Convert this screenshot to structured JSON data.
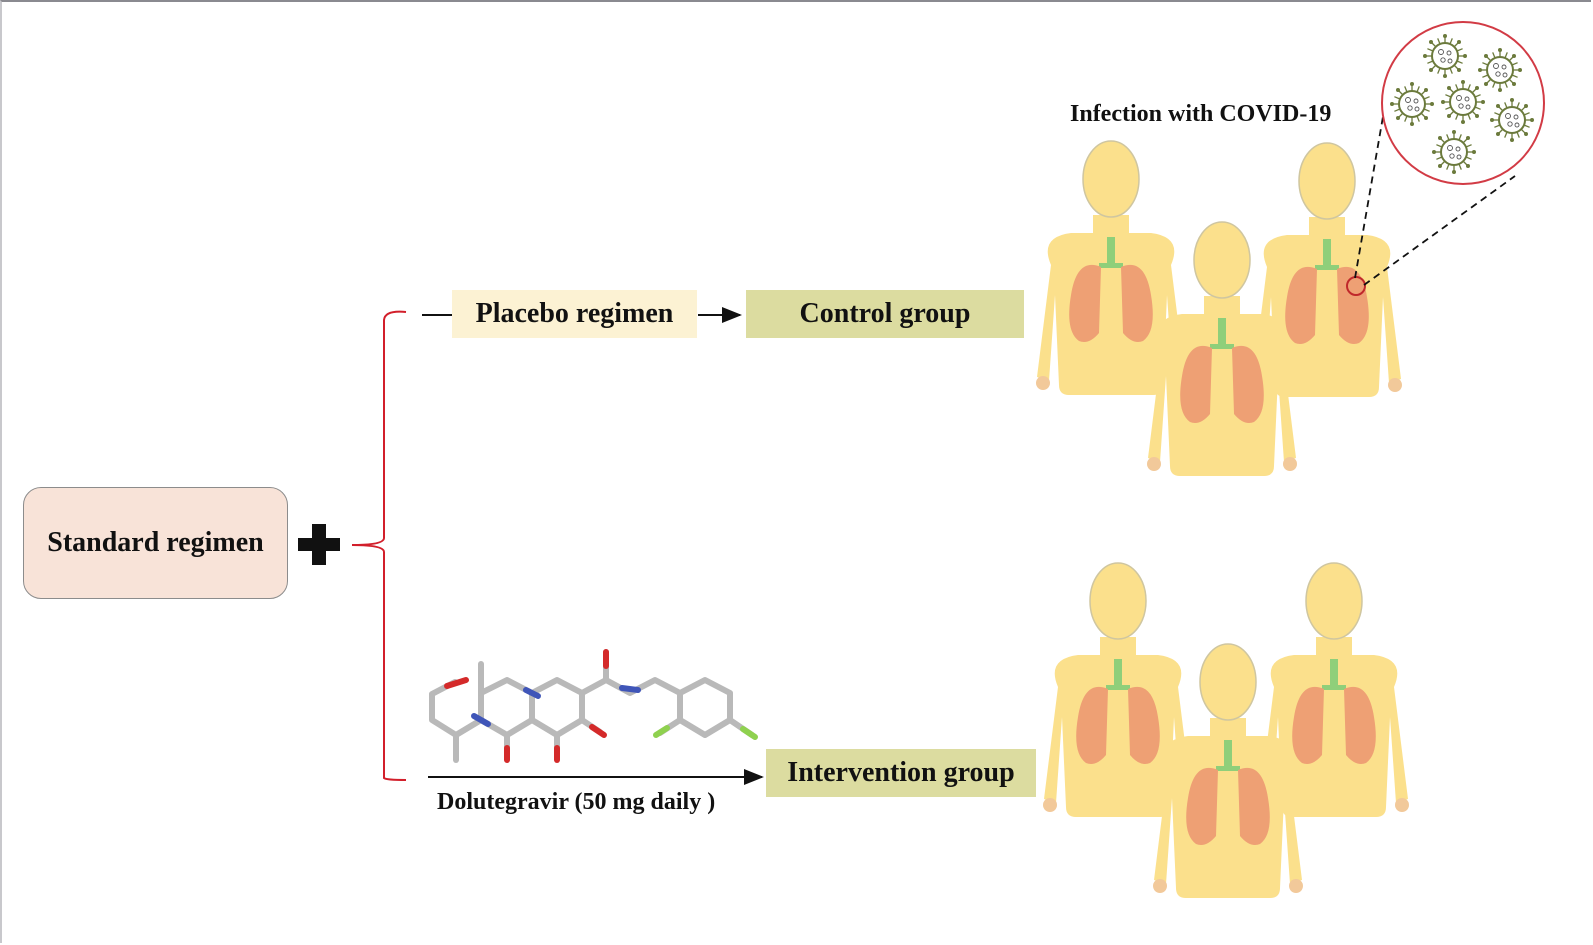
{
  "diagram": {
    "left": {
      "base_label": "Standard regimen",
      "combine_symbol": "plus"
    },
    "arms": [
      {
        "treatment_label": "Placebo regimen",
        "group_label": "Control group",
        "condition_label": "Infection with COVID-19"
      },
      {
        "treatment_label": "Dolutegravir (50 mg daily )",
        "molecule": "dolutegravir-structure",
        "group_label": "Intervention group"
      }
    ],
    "icons": {
      "plus": "plus-icon",
      "brace": "curly-brace",
      "people": "human-torso-lungs-icon",
      "zoom_circle": "virus-magnification",
      "virus": "coronavirus-icon"
    },
    "colors": {
      "standard_box": "#f8e3d8",
      "placebo_box": "#fcf2d3",
      "group_box": "#dcdca0",
      "brace": "#d21f2b",
      "body": "#fbe08c",
      "lungs": "#eea074",
      "trachea": "#8fcf7a",
      "virus": "#6b7a3c",
      "magnifier": "#d23b45"
    }
  }
}
